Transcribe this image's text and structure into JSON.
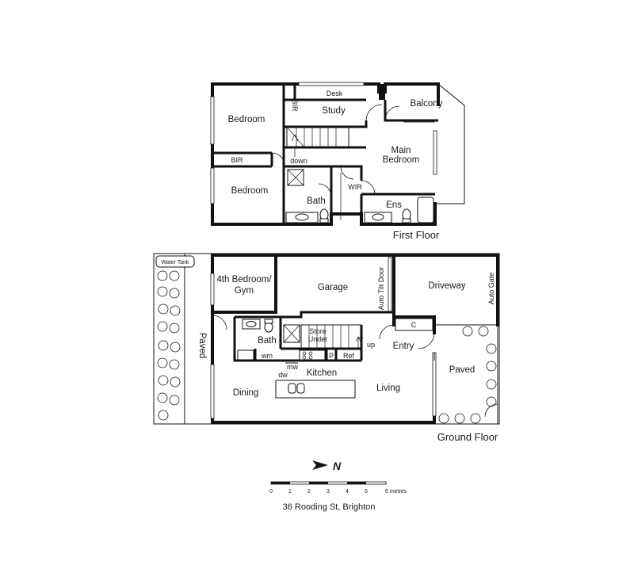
{
  "first_floor": {
    "title": "First Floor",
    "rooms": {
      "bedroom_1": "Bedroom",
      "bir_1": "BIR",
      "bir_2": "BIR",
      "bedroom_2": "Bedroom",
      "desk": "Desk",
      "study": "Study",
      "balcony": "Balcony",
      "main_bedroom_line1": "Main",
      "main_bedroom_line2": "Bedroom",
      "stairs_down": "down",
      "bath": "Bath",
      "wir": "WIR",
      "ens": "Ens"
    }
  },
  "ground_floor": {
    "title": "Ground Floor",
    "rooms": {
      "water_tank": "Water Tank",
      "paved_side": "Paved",
      "fourth_bedroom_line1": "4th Bedroom/",
      "fourth_bedroom_line2": "Gym",
      "garage": "Garage",
      "auto_tilt_door": "Auto Tilt Door",
      "driveway": "Driveway",
      "auto_gate": "Auto Gate",
      "bath": "Bath",
      "wm": "wm",
      "store_line1": "Store",
      "store_line2": "Under",
      "stairs_up": "up",
      "cupboard": "C",
      "entry": "Entry",
      "pantry": "P",
      "ref": "Ref",
      "mw": "mw",
      "dw": "dw",
      "kitchen": "Kitchen",
      "dining": "Dining",
      "living": "Living",
      "paved_front": "Paved"
    }
  },
  "legend": {
    "north_label": "N",
    "scale_ticks": [
      "0",
      "1",
      "2",
      "3",
      "4",
      "5",
      "6 metres"
    ],
    "address": "36 Rooding St, Brighton"
  }
}
